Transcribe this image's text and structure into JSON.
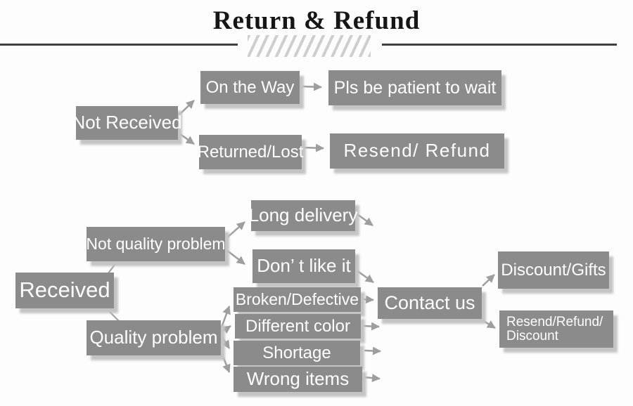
{
  "title": "Return & Refund",
  "colors": {
    "node_bg": "#8b8b8b",
    "node_text": "#ffffff",
    "arrow": "#9e9e9e",
    "title_text": "#161616",
    "rule": "#3e3e3e",
    "hatch": "#c6c6c6",
    "shadow": "#c4c4c4"
  },
  "nodes": {
    "not_received": {
      "label": "Not Received"
    },
    "on_the_way": {
      "label": "On the Way"
    },
    "pls_be_patient_to_wait": {
      "label": "Pls be patient to wait"
    },
    "returned_lost": {
      "label": "Returned/Lost"
    },
    "resend_refund": {
      "label": "Resend/ Refund"
    },
    "received": {
      "label": "Received"
    },
    "not_quality_problem": {
      "label": "Not quality problem"
    },
    "quality_problem": {
      "label": "Quality problem"
    },
    "long_delivery": {
      "label": "Long delivery"
    },
    "dont_like_it": {
      "label": "Don’ t like it"
    },
    "broken_defective": {
      "label": "Broken/Defective"
    },
    "different_color": {
      "label": "Different color"
    },
    "shortage": {
      "label": "Shortage"
    },
    "wrong_items": {
      "label": "Wrong items"
    },
    "contact_us": {
      "label": "Contact us"
    },
    "discount_gifts": {
      "label": "Discount/Gifts"
    },
    "resend_refund_discount": {
      "line1": "Resend/Refund/",
      "line2": "Discount"
    }
  },
  "edges": [
    {
      "from": "not_received",
      "to": "on_the_way"
    },
    {
      "from": "not_received",
      "to": "returned_lost"
    },
    {
      "from": "on_the_way",
      "to": "pls_be_patient_to_wait"
    },
    {
      "from": "returned_lost",
      "to": "resend_refund"
    },
    {
      "from": "received",
      "to": "not_quality_problem"
    },
    {
      "from": "received",
      "to": "quality_problem"
    },
    {
      "from": "not_quality_problem",
      "to": "long_delivery"
    },
    {
      "from": "not_quality_problem",
      "to": "dont_like_it"
    },
    {
      "from": "long_delivery",
      "to": ""
    },
    {
      "from": "dont_like_it",
      "to": "contact_us"
    },
    {
      "from": "quality_problem",
      "to": "broken_defective"
    },
    {
      "from": "quality_problem",
      "to": "different_color"
    },
    {
      "from": "quality_problem",
      "to": "shortage"
    },
    {
      "from": "quality_problem",
      "to": "wrong_items"
    },
    {
      "from": "broken_defective",
      "to": "contact_us"
    },
    {
      "from": "different_color",
      "to": ""
    },
    {
      "from": "shortage",
      "to": ""
    },
    {
      "from": "wrong_items",
      "to": ""
    },
    {
      "from": "contact_us",
      "to": "discount_gifts"
    },
    {
      "from": "contact_us",
      "to": "resend_refund_discount"
    }
  ]
}
